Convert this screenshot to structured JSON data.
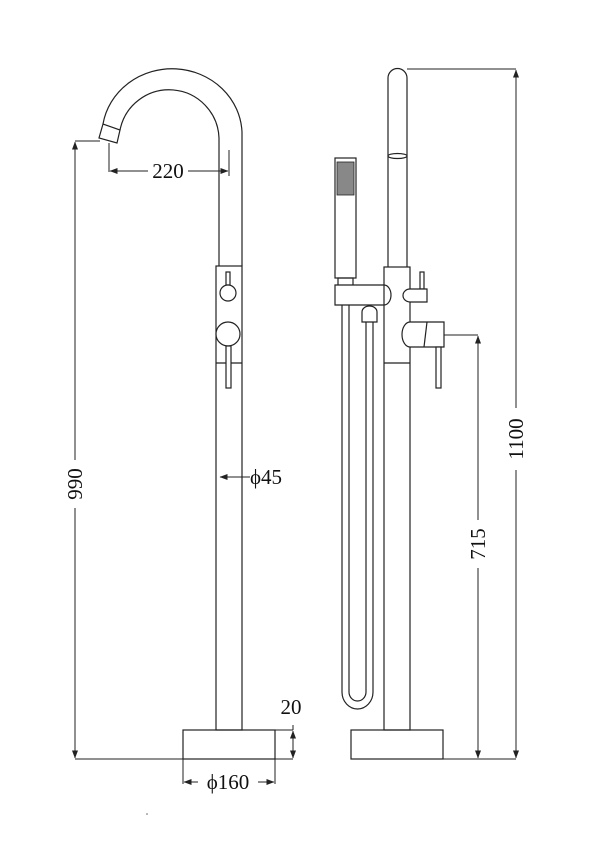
{
  "drawing": {
    "front_view": {
      "spout_reach": "220",
      "spout_height": "990",
      "pipe_diameter": "ϕ45",
      "base_height": "20",
      "base_diameter": "ϕ160"
    },
    "side_view": {
      "total_height": "1100",
      "mixer_height": "715"
    }
  },
  "colors": {
    "line": "#222222",
    "background": "#ffffff"
  }
}
